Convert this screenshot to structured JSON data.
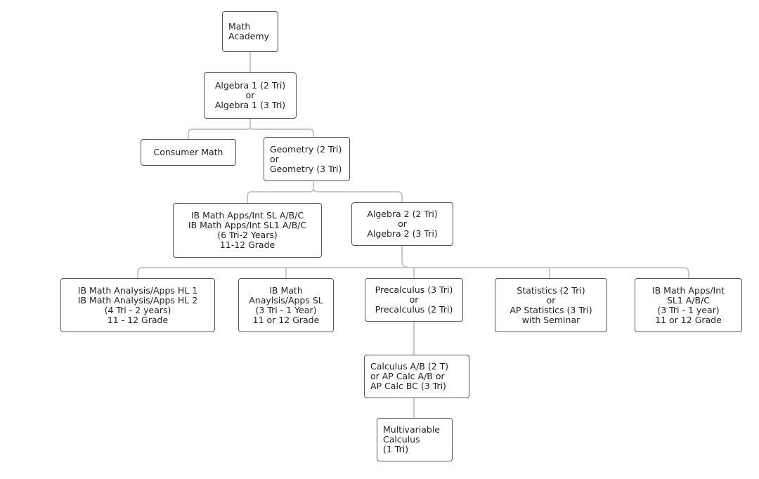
{
  "nodes": {
    "math_academy": [
      "Math",
      "Academy"
    ],
    "algebra1": [
      "Algebra 1 (2 Tri)",
      "or",
      "Algebra 1 (3 Tri)"
    ],
    "consumer_math": [
      "Consumer Math"
    ],
    "geometry": [
      "Geometry (2 Tri)",
      "or",
      "Geometry (3 Tri)"
    ],
    "ib_apps_sl": [
      "IB Math Apps/Int SL A/B/C",
      "IB Math Apps/Int SL1 A/B/C",
      "(6 Tri-2 Years)",
      "11-12 Grade"
    ],
    "algebra2": [
      "Algebra 2 (2 Tri)",
      "or",
      "Algebra 2 (3 Tri)"
    ],
    "ib_analysis_hl": [
      "IB Math Analysis/Apps HL 1",
      "IB Math Analysis/Apps HL 2",
      "(4 Tri - 2 years)",
      "11 - 12 Grade"
    ],
    "ib_analysis_sl": [
      "IB Math",
      "Anaylsis/Apps SL",
      "(3 Tri - 1 Year)",
      "11 or 12 Grade"
    ],
    "precalculus": [
      "Precalculus (3 Tri)",
      "or",
      "Precalculus (2 Tri)"
    ],
    "statistics": [
      "Statistics (2 Tri)",
      "or",
      "AP Statistics (3 Tri)",
      "with Seminar"
    ],
    "ib_apps_sl1": [
      "IB Math Apps/Int",
      "SL1 A/B/C",
      "(3 Tri - 1 year)",
      "11 or 12 Grade"
    ],
    "calculus": [
      "Calculus A/B (2 T)",
      "or AP Calc A/B or",
      "AP Calc BC   (3 Tri)"
    ],
    "multivariable": [
      "Multivariable",
      "Calculus",
      "(1 Tri)"
    ]
  },
  "colors": {
    "border": "#555555",
    "connector": "#c8c8c8"
  }
}
